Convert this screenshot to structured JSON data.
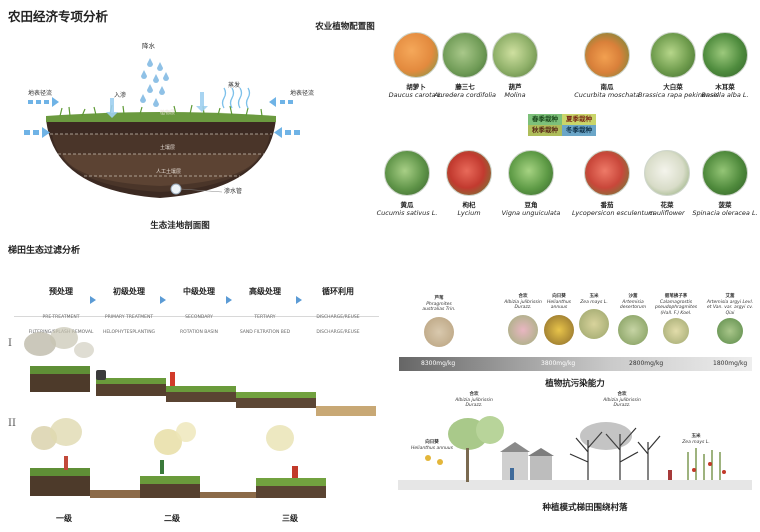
{
  "title_main": "农田经济专项分析",
  "section1": {
    "section_title": "生态洼地剖面图",
    "labels": {
      "rain": "降水",
      "runoff_left": "地表径流",
      "runoff_right": "地表径流",
      "infiltration": "入渗",
      "evaporation": "蒸发",
      "layer1": "植物层",
      "layer2": "土壤层",
      "layer3": "人工土壤层",
      "pipe": "渗水管"
    }
  },
  "section2": {
    "title": "农业植物配置图",
    "row1": [
      {
        "cn": "胡萝卜",
        "latin": "Daucus carota L.",
        "color": "#e38a3e"
      },
      {
        "cn": "藤三七",
        "latin": "Anredera cordifolia",
        "color": "#6e9a55"
      },
      {
        "cn": "葫芦",
        "latin": "Molina",
        "color": "#8fb069"
      },
      {
        "cn": "南瓜",
        "latin": "Cucurbita moschata",
        "color": "#d9803a"
      },
      {
        "cn": "大白菜",
        "latin": "Brassica rapa pekinensis",
        "color": "#6f9c4d"
      },
      {
        "cn": "木耳菜",
        "latin": "Basella alba L.",
        "color": "#4f8c3e"
      }
    ],
    "row2": [
      {
        "cn": "黄瓜",
        "latin": "Cucumis sativus L.",
        "color": "#5f9448"
      },
      {
        "cn": "枸杞",
        "latin": "Lycium",
        "color": "#c23a2f"
      },
      {
        "cn": "豆角",
        "latin": "Vigna unguiculata",
        "color": "#5d9a45"
      },
      {
        "cn": "番茄",
        "latin": "Lycopersicon esculentum",
        "color": "#c9473a"
      },
      {
        "cn": "花菜",
        "latin": "cauliflower",
        "color": "#d8dcc8"
      },
      {
        "cn": "菠菜",
        "latin": "Spinacia oleracea L.",
        "color": "#4f8a3c"
      }
    ],
    "legend": [
      {
        "label": "春季栽种",
        "color": "#7dc07a"
      },
      {
        "label": "夏季栽种",
        "color": "#c9d56a"
      },
      {
        "label": "秋季栽种",
        "color": "#aebd5a"
      },
      {
        "label": "冬季栽种",
        "color": "#6ba6c8"
      }
    ]
  },
  "section3": {
    "title": "梯田生态过滤分析",
    "stages": [
      {
        "zh": "预处理",
        "en": "PRE-TREATMENT",
        "en2": "FILTERING/SPLASH REMOVAL"
      },
      {
        "zh": "初级处理",
        "en": "PRIMARY TREATMENT",
        "en2": "HELOPHYTESPLANTING"
      },
      {
        "zh": "中级处理",
        "en": "SECONDARY",
        "en2": "ROTATION BASIN"
      },
      {
        "zh": "高级处理",
        "en": "TERTIARY",
        "en2": "SAND FILTRATION BED"
      },
      {
        "zh": "循环利用",
        "en": "DISCHARGE/REUSE",
        "en2": "DISCHARGE/REUSE"
      }
    ],
    "roman": [
      "I",
      "II"
    ],
    "levels": [
      "一级",
      "二级",
      "三级"
    ]
  },
  "section4": {
    "title": "植物抗污染能力",
    "plants": [
      {
        "cn": "芦苇",
        "latin": "Phragmites australias Trin."
      },
      {
        "cn": "合欢",
        "latin": "Albizia julibrissin Durazz."
      },
      {
        "cn": "向日葵",
        "latin": "Helianthus annuus"
      },
      {
        "cn": "玉米",
        "latin": "Zea mays L."
      },
      {
        "cn": "沙蒿",
        "latin": "Artemisia desertorum"
      },
      {
        "cn": "假苇拂子茅",
        "latin": "Calamagrostis pseudophragmites (Hall. F.) Koel."
      },
      {
        "cn": "艾蒿",
        "latin": "Artemisia argyi Levl. et Van. var. argyi cv. Qiai"
      }
    ],
    "scale": [
      "8300mg/kg",
      "3800mg/kg",
      "2800mg/kg",
      "1800mg/kg"
    ]
  },
  "section5": {
    "title": "种植模式梯田围绕村落",
    "labels": [
      {
        "cn": "向日葵",
        "latin": "Helianthus annuus"
      },
      {
        "cn": "合欢",
        "latin": "Albizia julibrissin Durazz."
      },
      {
        "cn": "合欢",
        "latin": "Albizia julibrissin Durazz."
      },
      {
        "cn": "玉米",
        "latin": "Zea mays L."
      }
    ]
  }
}
